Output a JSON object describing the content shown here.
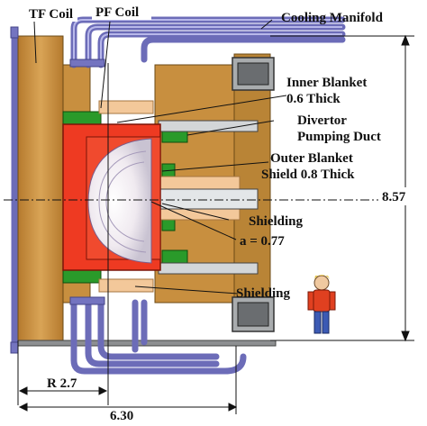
{
  "labels": {
    "tf_coil": "TF Coil",
    "pf_coil": "PF Coil",
    "cooling_manifold": "Cooling Manifold",
    "inner_blanket_1": "Inner Blanket",
    "inner_blanket_2": "0.6 Thick",
    "divertor_1": "Divertor",
    "divertor_2": "Pumping Duct",
    "outer_blanket_1": "Outer Blanket",
    "outer_blanket_2": "Shield 0.8 Thick",
    "shielding_mid": "Shielding",
    "minor_radius": "a = 0.77",
    "shielding_low": "Shielding",
    "height": "8.57",
    "major_radius": "R 2.7",
    "outer_radius": "6.30"
  },
  "colors": {
    "tf_coil": "#c8903c",
    "plasma_chamber": "#ee3a22",
    "pf_coil": "#2a9a2a",
    "cooling_pipe": "#8f8fd6",
    "port_plug": "#f3c89a",
    "duct_grey": "#a9acae"
  }
}
